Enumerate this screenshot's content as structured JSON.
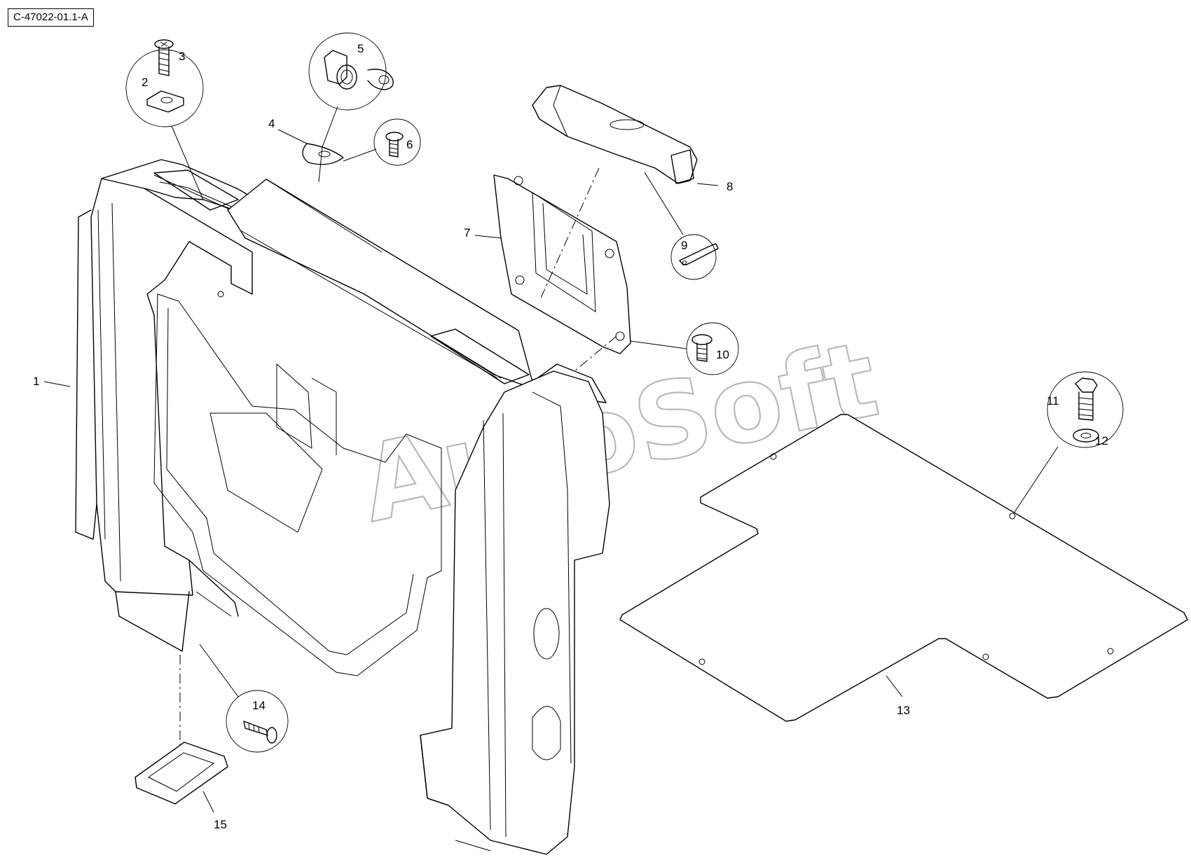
{
  "drawing_ref": "C-47022-01.1-A",
  "watermark": "AutoSoft",
  "part_labels": [
    {
      "id": "1",
      "text": "1"
    },
    {
      "id": "2",
      "text": "2"
    },
    {
      "id": "3",
      "text": "3"
    },
    {
      "id": "4",
      "text": "4"
    },
    {
      "id": "5",
      "text": "5"
    },
    {
      "id": "6",
      "text": "6"
    },
    {
      "id": "7",
      "text": "7"
    },
    {
      "id": "8",
      "text": "8"
    },
    {
      "id": "9",
      "text": "9"
    },
    {
      "id": "10",
      "text": "10"
    },
    {
      "id": "11",
      "text": "11"
    },
    {
      "id": "12",
      "text": "12"
    },
    {
      "id": "13",
      "text": "13"
    },
    {
      "id": "14",
      "text": "14"
    },
    {
      "id": "15",
      "text": "15"
    }
  ]
}
